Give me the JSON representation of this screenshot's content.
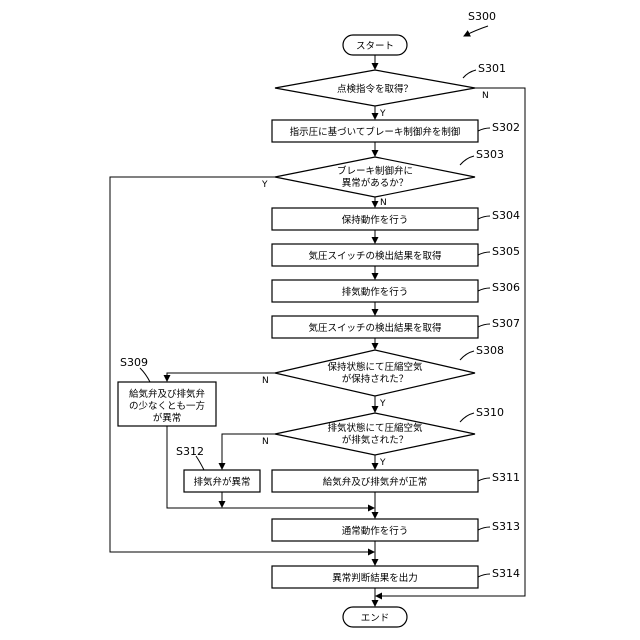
{
  "figure_label": "S300",
  "steps": {
    "start": "スタート",
    "s301": "点検指令を取得？",
    "s302": "指示圧に基づいてブレーキ制御弁を制御",
    "s303_line1": "ブレーキ制御弁に",
    "s303_line2": "異常があるか？",
    "s304": "保持動作を行う",
    "s305": "気圧スイッチの検出結果を取得",
    "s306": "排気動作を行う",
    "s307": "気圧スイッチの検出結果を取得",
    "s308_line1": "保持状態にて圧縮空気",
    "s308_line2": "が保持された？",
    "s309_line1": "給気弁及び排気弁",
    "s309_line2": "の少なくとも一方",
    "s309_line3": "が異常",
    "s310_line1": "排気状態にて圧縮空気",
    "s310_line2": "が排気された？",
    "s311": "給気弁及び排気弁が正常",
    "s312": "排気弁が異常",
    "s313": "通常動作を行う",
    "s314": "異常判断結果を出力",
    "end": "エンド"
  },
  "step_tags": {
    "s301": "S301",
    "s302": "S302",
    "s303": "S303",
    "s304": "S304",
    "s305": "S305",
    "s306": "S306",
    "s307": "S307",
    "s308": "S308",
    "s309": "S309",
    "s310": "S310",
    "s311": "S311",
    "s312": "S312",
    "s313": "S313",
    "s314": "S314"
  },
  "branch_labels": {
    "yes": "Y",
    "no": "N"
  }
}
